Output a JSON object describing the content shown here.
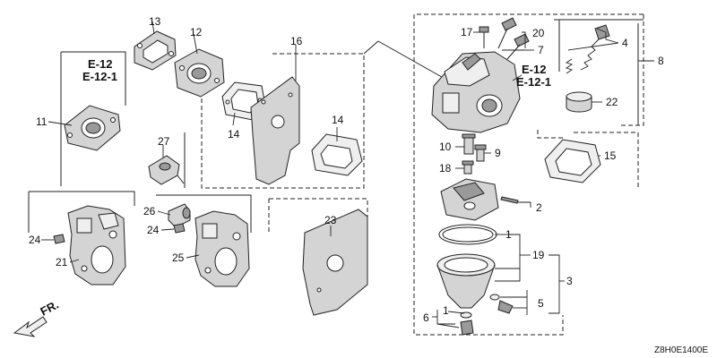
{
  "diagram": {
    "callouts": {
      "p1a": "1",
      "p1b": "1",
      "p2": "2",
      "p3": "3",
      "p4": "4",
      "p5": "5",
      "p6": "6",
      "p7": "7",
      "p8": "8",
      "p9": "9",
      "p10": "10",
      "p11": "11",
      "p12": "12",
      "p13": "13",
      "p14a": "14",
      "p14b": "14",
      "p15": "15",
      "p16": "16",
      "p17": "17",
      "p18": "18",
      "p19": "19",
      "p20": "20",
      "p21": "21",
      "p22": "22",
      "p23": "23",
      "p24a": "24",
      "p24b": "24",
      "p25": "25",
      "p26": "26",
      "p27": "27"
    },
    "references": {
      "left_ref_1": "E-12",
      "left_ref_2": "E-12-1",
      "right_ref_1": "E-12",
      "right_ref_2": "E-12-1"
    },
    "front_marker": "FR.",
    "drawing_code": "Z8H0E1400E"
  }
}
